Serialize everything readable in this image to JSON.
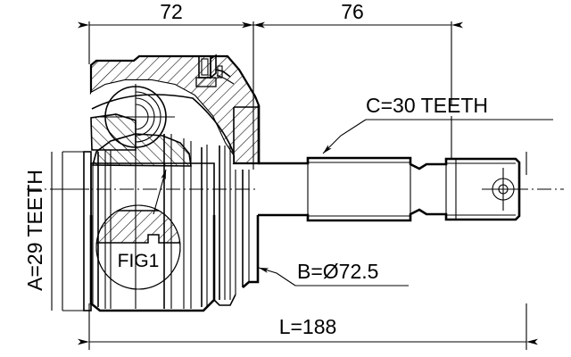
{
  "drawing": {
    "type": "technical-cross-section",
    "subject": "CV joint outer assembly",
    "units": "mm"
  },
  "dimensions": {
    "top_left": {
      "label": "72",
      "value": 72,
      "name": "joint-body-length"
    },
    "top_right": {
      "label": "76",
      "value": 76,
      "name": "shaft-length"
    },
    "bottom_total": {
      "label": "L=188",
      "value": 188,
      "name": "overall-length"
    }
  },
  "annotations": {
    "spline_inner": {
      "label": "A=29 TEETH",
      "count": 29,
      "orientation": "vertical"
    },
    "spline_outer": {
      "label": "C=30 TEETH",
      "count": 30,
      "orientation": "horizontal"
    },
    "diameter": {
      "label": "B=Ø72.5",
      "value": 72.5,
      "symbol": "Ø"
    },
    "detail_callout": {
      "label": "FIG1"
    }
  },
  "colors": {
    "line": "#000000",
    "background": "#ffffff"
  }
}
